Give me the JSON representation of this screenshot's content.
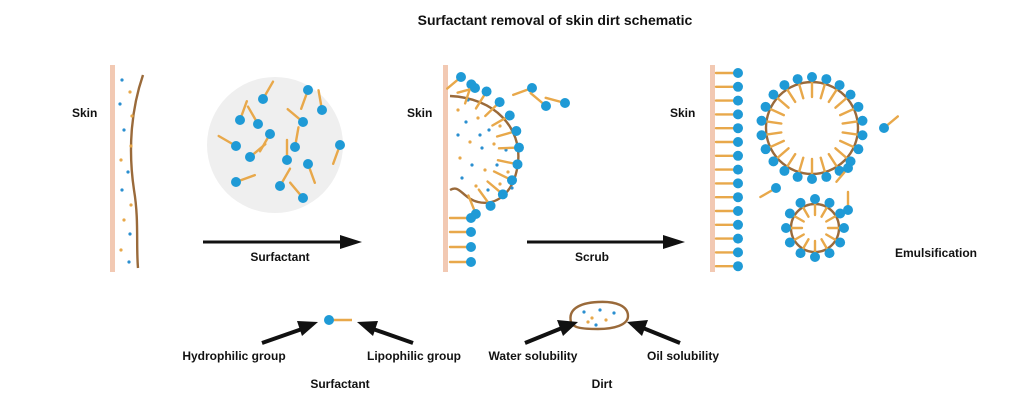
{
  "title": "Surfactant removal of skin dirt schematic",
  "panels": {
    "p1": {
      "skin_label": "Skin"
    },
    "p2": {
      "skin_label": "Skin"
    },
    "p3": {
      "skin_label": "Skin"
    }
  },
  "arrows": {
    "a1": {
      "label": "Surfactant"
    },
    "a2": {
      "label": "Scrub"
    }
  },
  "emulsification_label": "Emulsification",
  "legend": {
    "surfactant": {
      "hydrophilic_label": "Hydrophilic group",
      "lipophilic_label": "Lipophilic group",
      "caption": "Surfactant"
    },
    "dirt": {
      "water_label": "Water solubility",
      "oil_label": "Oil solubility",
      "caption": "Dirt"
    }
  },
  "colors": {
    "skin": "#f2c9b3",
    "head": "#1f9ad6",
    "tail": "#e8a84a",
    "dirt_outline": "#9a6a3a",
    "water_dot": "#2a8fd0",
    "oil_dot": "#e8a84a",
    "micelle_bg": "#efefef",
    "arrow": "#111111"
  }
}
